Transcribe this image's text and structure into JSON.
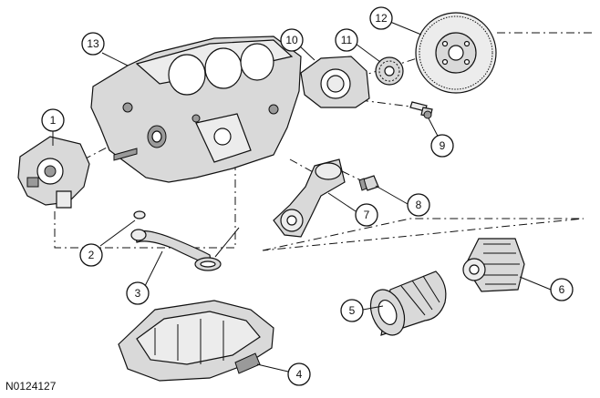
{
  "figure_id": "N0124127",
  "callouts": {
    "c1": "1",
    "c2": "2",
    "c3": "3",
    "c4": "4",
    "c5": "5",
    "c6": "6",
    "c7": "7",
    "c8": "8",
    "c9": "9",
    "c10": "10",
    "c11": "11",
    "c12": "12",
    "c13": "13"
  }
}
